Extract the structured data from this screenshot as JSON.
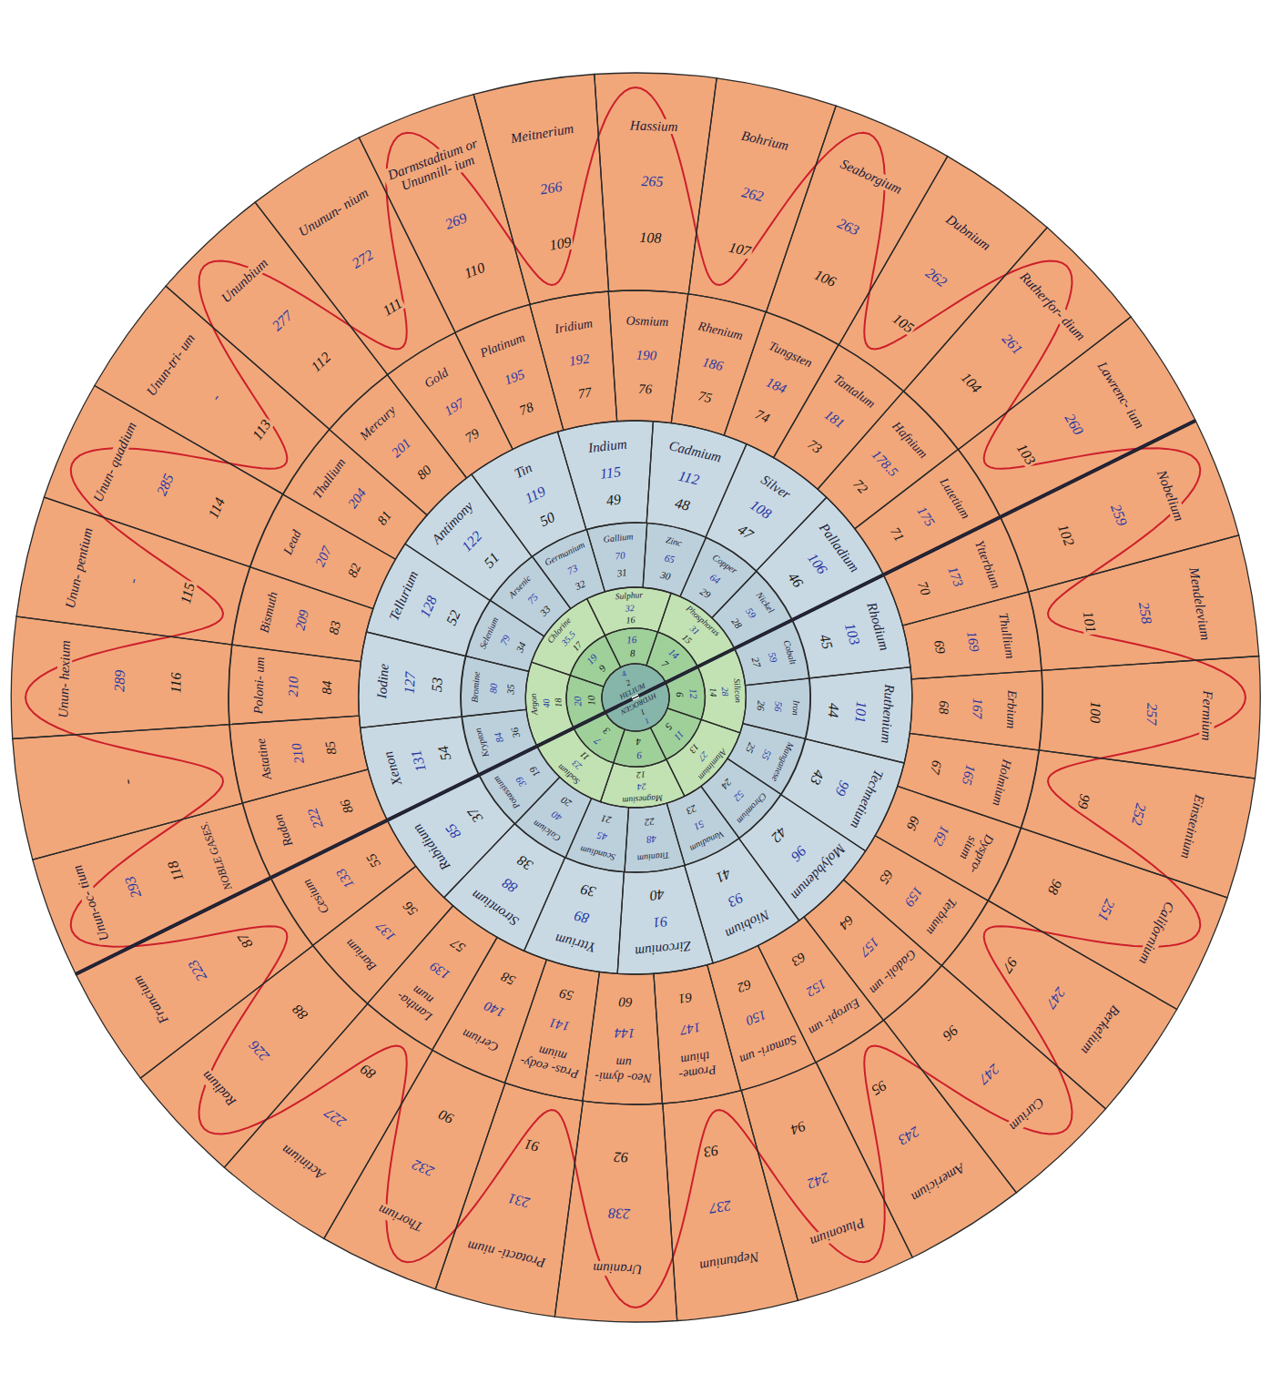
{
  "diagram": {
    "nodes": [
      {
        "text": [
          "HYDROGEN",
          "1",
          "1"
        ]
      },
      {
        "text": [
          "HELIUM",
          "4",
          "2"
        ]
      },
      {
        "text": [
          "7",
          "3"
        ]
      },
      {
        "text": [
          "9",
          "4"
        ]
      },
      {
        "text": [
          "11",
          "5"
        ]
      },
      {
        "text": [
          "12",
          "6"
        ]
      },
      {
        "text": [
          "14",
          "7"
        ]
      },
      {
        "text": [
          "16",
          "8"
        ]
      },
      {
        "text": [
          "19",
          "9"
        ]
      },
      {
        "text": [
          "20",
          "10"
        ]
      },
      {
        "text": [
          "Sodium",
          "23",
          "11"
        ]
      },
      {
        "text": [
          "Magnesium",
          "24",
          "12"
        ]
      },
      {
        "text": [
          "Aluminium",
          "27",
          "13"
        ]
      },
      {
        "text": [
          "Silicon",
          "28",
          "14"
        ]
      },
      {
        "text": [
          "Phosphorus",
          "31",
          "15"
        ]
      },
      {
        "text": [
          "Sulphur",
          "32",
          "16"
        ]
      },
      {
        "text": [
          "Chlorine",
          "35.5",
          "17"
        ]
      },
      {
        "text": [
          "Argon",
          "40",
          "18"
        ]
      },
      {
        "text": [
          "Potassium",
          "39",
          "19"
        ]
      },
      {
        "text": [
          "Calcium",
          "40",
          "20"
        ]
      },
      {
        "text": [
          "Scandium",
          "45",
          "21"
        ]
      },
      {
        "text": [
          "Titanium",
          "48",
          "22"
        ]
      },
      {
        "text": [
          "Vanadium",
          "51",
          "23"
        ]
      },
      {
        "text": [
          "Chromium",
          "52",
          "24"
        ]
      },
      {
        "text": [
          "Manganese",
          "55",
          "25"
        ]
      },
      {
        "text": [
          "Iron",
          "56",
          "26"
        ]
      },
      {
        "text": [
          "Cobalt",
          "59",
          "27"
        ]
      },
      {
        "text": [
          "Nickel",
          "59",
          "28"
        ]
      },
      {
        "text": [
          "Copper",
          "64",
          "29"
        ]
      },
      {
        "text": [
          "Zinc",
          "65",
          "30"
        ]
      },
      {
        "text": [
          "Gallium",
          "70",
          "31"
        ]
      },
      {
        "text": [
          "Germanium",
          "73",
          "32"
        ]
      },
      {
        "text": [
          "Arsenic",
          "75",
          "33"
        ]
      },
      {
        "text": [
          "Selenium",
          "79",
          "34"
        ]
      },
      {
        "text": [
          "Bromine",
          "80",
          "35"
        ]
      },
      {
        "text": [
          "Krypton",
          "84",
          "36"
        ]
      },
      {
        "text": [
          "Rubidium",
          "85",
          "37"
        ]
      },
      {
        "text": [
          "Strontium",
          "88",
          "38"
        ]
      },
      {
        "text": [
          "Yttrium",
          "89",
          "39"
        ]
      },
      {
        "text": [
          "Zirconium",
          "91",
          "40"
        ]
      },
      {
        "text": [
          "Niobium",
          "93",
          "41"
        ]
      },
      {
        "text": [
          "Molybdenum",
          "96",
          "42"
        ]
      },
      {
        "text": [
          "Technetium",
          "99",
          "43"
        ]
      },
      {
        "text": [
          "Ruthenium",
          "101",
          "44"
        ]
      },
      {
        "text": [
          "Rhodium",
          "103",
          "45"
        ]
      },
      {
        "text": [
          "Palladium",
          "106",
          "46"
        ]
      },
      {
        "text": [
          "Silver",
          "108",
          "47"
        ]
      },
      {
        "text": [
          "Cadmium",
          "112",
          "48"
        ]
      },
      {
        "text": [
          "Indium",
          "115",
          "49"
        ]
      },
      {
        "text": [
          "Tin",
          "119",
          "50"
        ]
      },
      {
        "text": [
          "Antimony",
          "122",
          "51"
        ]
      },
      {
        "text": [
          "Tellurium",
          "128",
          "52"
        ]
      },
      {
        "text": [
          "Iodine",
          "127",
          "53"
        ]
      },
      {
        "text": [
          "Xenon",
          "131",
          "54"
        ]
      },
      {
        "text": [
          "Cesium",
          "133",
          "55"
        ]
      },
      {
        "text": [
          "Barium",
          "137",
          "56"
        ]
      },
      {
        "text": [
          "Lantha- num",
          "139",
          "57"
        ]
      },
      {
        "text": [
          "Cerium",
          "140",
          "58"
        ]
      },
      {
        "text": [
          "Pras- eody- mium",
          "141",
          "59"
        ]
      },
      {
        "text": [
          "Neo- dymi- um",
          "144",
          "60"
        ]
      },
      {
        "text": [
          "Prome- thium",
          "147",
          "61"
        ]
      },
      {
        "text": [
          "Samari- um",
          "150",
          "62"
        ]
      },
      {
        "text": [
          "Europi- um",
          "152",
          "63"
        ]
      },
      {
        "text": [
          "Gadoli- um",
          "157",
          "64"
        ]
      },
      {
        "text": [
          "Terbium",
          "159",
          "65"
        ]
      },
      {
        "text": [
          "Dyspro- sium",
          "162",
          "66"
        ]
      },
      {
        "text": [
          "Holmium",
          "165",
          "67"
        ]
      },
      {
        "text": [
          "Erbium",
          "167",
          "68"
        ]
      },
      {
        "text": [
          "Thullium",
          "169",
          "69"
        ]
      },
      {
        "text": [
          "Ytterbium",
          "173",
          "70"
        ]
      },
      {
        "text": [
          "Lutetium",
          "175",
          "71"
        ]
      },
      {
        "text": [
          "Hafnium",
          "178.5",
          "72"
        ]
      },
      {
        "text": [
          "Tantalum",
          "181",
          "73"
        ]
      },
      {
        "text": [
          "Tungsten",
          "184",
          "74"
        ]
      },
      {
        "text": [
          "Rhenium",
          "186",
          "75"
        ]
      },
      {
        "text": [
          "Osmium",
          "190",
          "76"
        ]
      },
      {
        "text": [
          "Iridium",
          "192",
          "77"
        ]
      },
      {
        "text": [
          "Platinum",
          "195",
          "78"
        ]
      },
      {
        "text": [
          "Gold",
          "197",
          "79"
        ]
      },
      {
        "text": [
          "Mercury",
          "201",
          "80"
        ]
      },
      {
        "text": [
          "Thallium",
          "204",
          "81"
        ]
      },
      {
        "text": [
          "Lead",
          "207",
          "82"
        ]
      },
      {
        "text": [
          "Bismuth",
          "209",
          "83"
        ]
      },
      {
        "text": [
          "Poloni- um",
          "210",
          "84"
        ]
      },
      {
        "text": [
          "Astatine",
          "210",
          "85"
        ]
      },
      {
        "text": [
          "Radon",
          "222",
          "86"
        ]
      },
      {
        "text": [
          "Francium",
          "223",
          "87"
        ]
      },
      {
        "text": [
          "Radium",
          "226",
          "88"
        ]
      },
      {
        "text": [
          "Actinium",
          "227",
          "89"
        ]
      },
      {
        "text": [
          "Thorium",
          "232",
          "90"
        ]
      },
      {
        "text": [
          "Protacti- nium",
          "231",
          "91"
        ]
      },
      {
        "text": [
          "Uranium",
          "238",
          "92"
        ]
      },
      {
        "text": [
          "Neptunium",
          "237",
          "93"
        ]
      },
      {
        "text": [
          "Plutonium",
          "242",
          "94"
        ]
      },
      {
        "text": [
          "Americium",
          "243",
          "95"
        ]
      },
      {
        "text": [
          "Curium",
          "247",
          "96"
        ]
      },
      {
        "text": [
          "Berkelium",
          "247",
          "97"
        ]
      },
      {
        "text": [
          "Californium",
          "251",
          "98"
        ]
      },
      {
        "text": [
          "Einsteinium",
          "252",
          "99"
        ]
      },
      {
        "text": [
          "Fermium",
          "257",
          "100"
        ]
      },
      {
        "text": [
          "Mendelevium",
          "258",
          "101"
        ]
      },
      {
        "text": [
          "Nobelium",
          "259",
          "102"
        ]
      },
      {
        "text": [
          "Lawrenc- ium",
          "260",
          "103"
        ]
      },
      {
        "text": [
          "Rutherfor- dium",
          "261",
          "104"
        ]
      },
      {
        "text": [
          "Dubnium",
          "262",
          "105"
        ]
      },
      {
        "text": [
          "Seaborgium",
          "263",
          "106"
        ]
      },
      {
        "text": [
          "Bohrium",
          "262",
          "107"
        ]
      },
      {
        "text": [
          "Hassium",
          "265",
          "108"
        ]
      },
      {
        "text": [
          "Meitnerium",
          "266",
          "109"
        ]
      },
      {
        "text": [
          "Darmstadtium or Ununnill- ium",
          "269",
          "110"
        ]
      },
      {
        "text": [
          "Ununun- nium",
          "272",
          "111"
        ]
      },
      {
        "text": [
          "Ununbium",
          "277",
          "112"
        ]
      },
      {
        "text": [
          "Unun-tri- um",
          "-",
          "113"
        ]
      },
      {
        "text": [
          "Unun- quadium",
          "285",
          "114"
        ]
      },
      {
        "text": [
          "Unun- pentium",
          "-",
          "115"
        ]
      },
      {
        "text": [
          "Unun- hexium",
          "289",
          "116"
        ]
      },
      {
        "text": [
          "-"
        ]
      },
      {
        "text": [
          "Unun-oc- tium",
          "293",
          "118",
          "NOBLE GASES."
        ]
      }
    ]
  }
}
